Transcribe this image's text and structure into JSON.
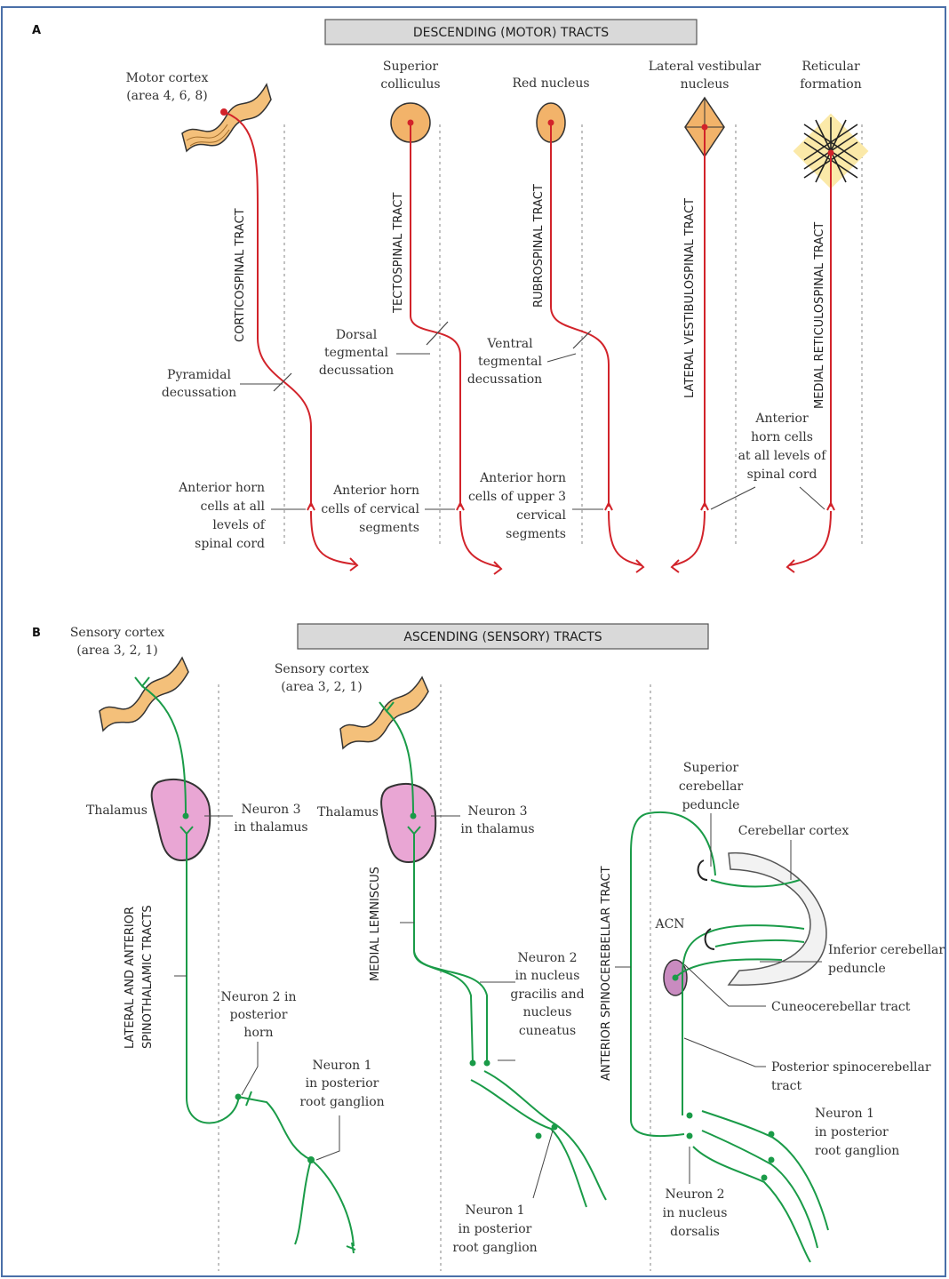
{
  "colors": {
    "motor_tract": "#d2232a",
    "sensory_tract": "#1a9b48",
    "nucleus_fill": "#f2b36a",
    "thalamus_fill": "#e9a6d4",
    "cortex_fill": "#f4c07a",
    "header_box": "#d9d9d9",
    "frame": "#4a6fa8"
  },
  "panel_a": {
    "letter": "A",
    "title": "DESCENDING (MOTOR) TRACTS",
    "motor_cortex": [
      "Motor cortex",
      "(area 4, 6, 8)"
    ],
    "superior_colliculus": [
      "Superior",
      "colliculus"
    ],
    "red_nucleus": "Red nucleus",
    "lateral_vestibular": [
      "Lateral vestibular",
      "nucleus"
    ],
    "reticular_formation": [
      "Reticular",
      "formation"
    ],
    "corticospinal": "CORTICOSPINAL TRACT",
    "tectospinal": "TECTOSPINAL TRACT",
    "rubrospinal": "RUBROSPINAL TRACT",
    "vestibulospinal": "LATERAL VESTIBULOSPINAL TRACT",
    "reticulospinal": "MEDIAL RETICULOSPINAL TRACT",
    "pyramidal": [
      "Pyramidal",
      "decussation"
    ],
    "dorsal_tegmental": [
      "Dorsal",
      "tegmental",
      "decussation"
    ],
    "ventral_tegmental": [
      "Ventral",
      "tegmental",
      "decussation"
    ],
    "horn_all_levels_1": [
      "Anterior horn",
      "cells at all",
      "levels of",
      "spinal cord"
    ],
    "horn_cervical": [
      "Anterior horn",
      "cells of cervical",
      "segments"
    ],
    "horn_upper3": [
      "Anterior horn",
      "cells of upper 3",
      "cervical",
      "segments"
    ],
    "horn_all_levels_2": [
      "Anterior",
      "horn cells",
      "at all levels of",
      "spinal cord"
    ]
  },
  "panel_b": {
    "letter": "B",
    "title": "ASCENDING (SENSORY) TRACTS",
    "sensory_cortex_1": [
      "Sensory cortex",
      "(area 3, 2, 1)"
    ],
    "sensory_cortex_2": [
      "Sensory cortex",
      "(area 3, 2, 1)"
    ],
    "thalamus_1": "Thalamus",
    "thalamus_2": "Thalamus",
    "neuron3_1": [
      "Neuron 3",
      "in thalamus"
    ],
    "neuron3_2": [
      "Neuron 3",
      "in thalamus"
    ],
    "spinothalamic": [
      "LATERAL AND ANTERIOR",
      "SPINOTHALAMIC TRACTS"
    ],
    "medial_lemniscus": "MEDIAL LEMNISCUS",
    "anterior_spinocerebellar": "ANTERIOR SPINOCEREBELLAR TRACT",
    "neuron2_posterior_horn": [
      "Neuron 2 in",
      "posterior",
      "horn"
    ],
    "neuron1_a": [
      "Neuron 1",
      "in posterior",
      "root ganglion"
    ],
    "neuron2_gracilis": [
      "Neuron 2",
      "in nucleus",
      "gracilis and",
      "nucleus",
      "cuneatus"
    ],
    "neuron1_b": [
      "Neuron 1",
      "in posterior",
      "root ganglion"
    ],
    "superior_peduncle": [
      "Superior",
      "cerebellar",
      "peduncle"
    ],
    "cerebellar_cortex": "Cerebellar cortex",
    "acn": "ACN",
    "inferior_peduncle": [
      "Inferior cerebellar",
      "peduncle"
    ],
    "cuneocerebellar": "Cuneocerebellar tract",
    "posterior_spinocerebellar": [
      "Posterior spinocerebellar",
      "tract"
    ],
    "neuron1_c": [
      "Neuron 1",
      "in posterior",
      "root ganglion"
    ],
    "neuron2_dorsalis": [
      "Neuron 2",
      "in nucleus",
      "dorsalis"
    ]
  }
}
